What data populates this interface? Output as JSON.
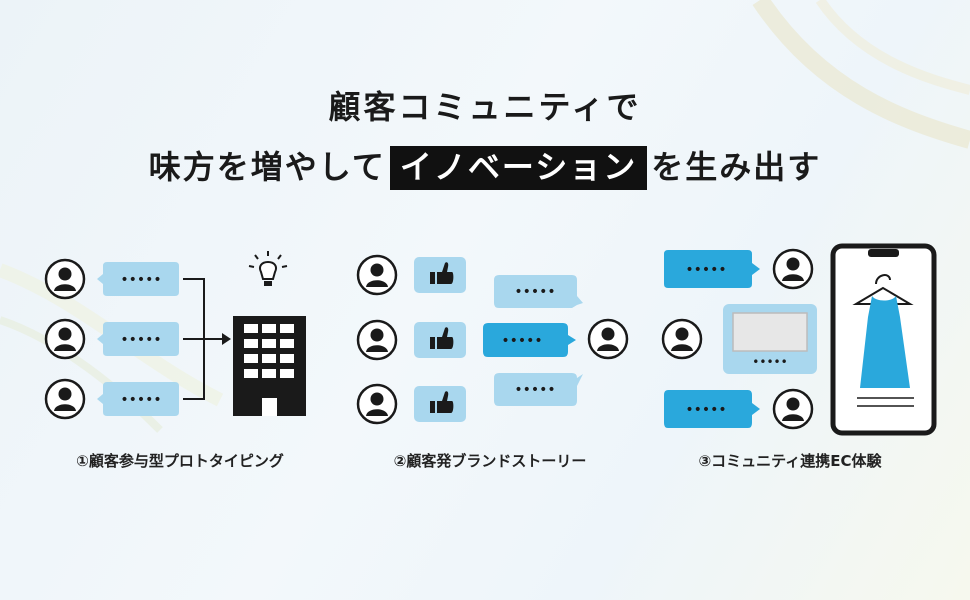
{
  "headline": {
    "line1": "顧客コミュニティで",
    "line2_before": "味方を増やして",
    "line2_highlight": "イノベーション",
    "line2_after": "を生み出す"
  },
  "sections": [
    {
      "caption": "①顧客参与型プロトタイピング"
    },
    {
      "caption": "②顧客発ブランドストーリー"
    },
    {
      "caption": "③コミュニティ連携EC体験"
    }
  ],
  "bubble_text": "•••••",
  "colors": {
    "light_bubble": "#a9d7ee",
    "blue_bubble": "#2aa8dc",
    "dark": "#1a1a1a",
    "background": "#eef5fa"
  }
}
